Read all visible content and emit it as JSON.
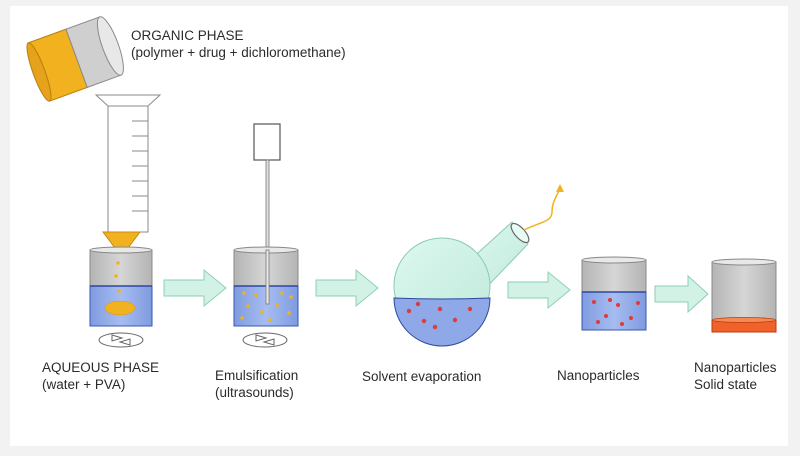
{
  "organic_phase": {
    "title": "ORGANIC PHASE",
    "subtitle": "(polymer + drug + dichloromethane)"
  },
  "steps": [
    {
      "line1": "AQUEOUS PHASE",
      "line2": "(water + PVA)"
    },
    {
      "line1": "Emulsification",
      "line2": "(ultrasounds)"
    },
    {
      "line1": "Solvent evaporation",
      "line2": ""
    },
    {
      "line1": "Nanoparticles",
      "line2": ""
    },
    {
      "line1": "Nanoparticles",
      "line2": "Solid state"
    }
  ],
  "colors": {
    "organic_phase": "#f2b21f",
    "aqueous_phase": "#8fa8e8",
    "flask": "#c9f0e4",
    "beaker_air": "#c8c8c8",
    "nanoparticle": "#e03a3a",
    "solid_state": "#f0622a",
    "arrow": "#d2f2e6"
  },
  "icons": [
    "pouring-cup-icon",
    "funnel-icon",
    "ultrasound-probe-icon",
    "stirring-icon",
    "vapor-arrow-icon",
    "flow-arrow-icon"
  ]
}
